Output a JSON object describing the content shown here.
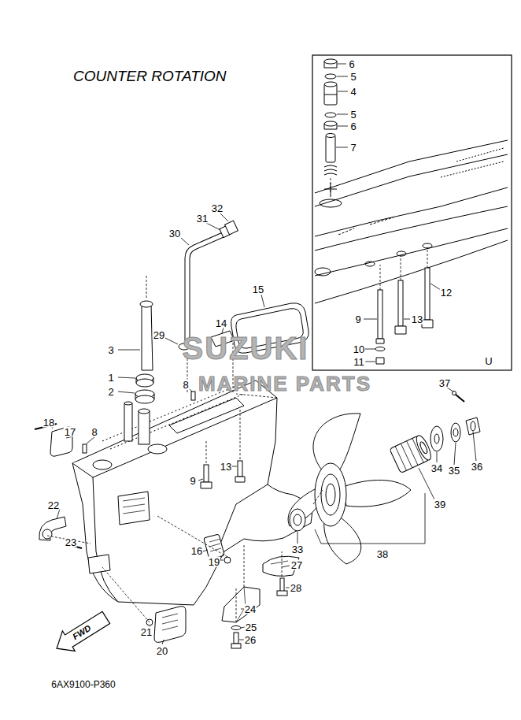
{
  "diagram": {
    "title": "COUNTER ROTATION",
    "caption": "6AX9100-P360",
    "labels": [
      "6",
      "5",
      "4",
      "5",
      "6",
      "7",
      "12",
      "9",
      "13",
      "10",
      "11",
      "U",
      "32",
      "31",
      "30",
      "15",
      "14",
      "29",
      "3",
      "1",
      "2",
      "8",
      "18",
      "17",
      "8",
      "9",
      "13",
      "37",
      "34",
      "35",
      "36",
      "39",
      "22",
      "23",
      "33",
      "16",
      "19",
      "27",
      "38",
      "28",
      "24",
      "25",
      "26",
      "21",
      "20",
      "FWD",
      "SUZUKI",
      "MARINE PARTS"
    ]
  }
}
